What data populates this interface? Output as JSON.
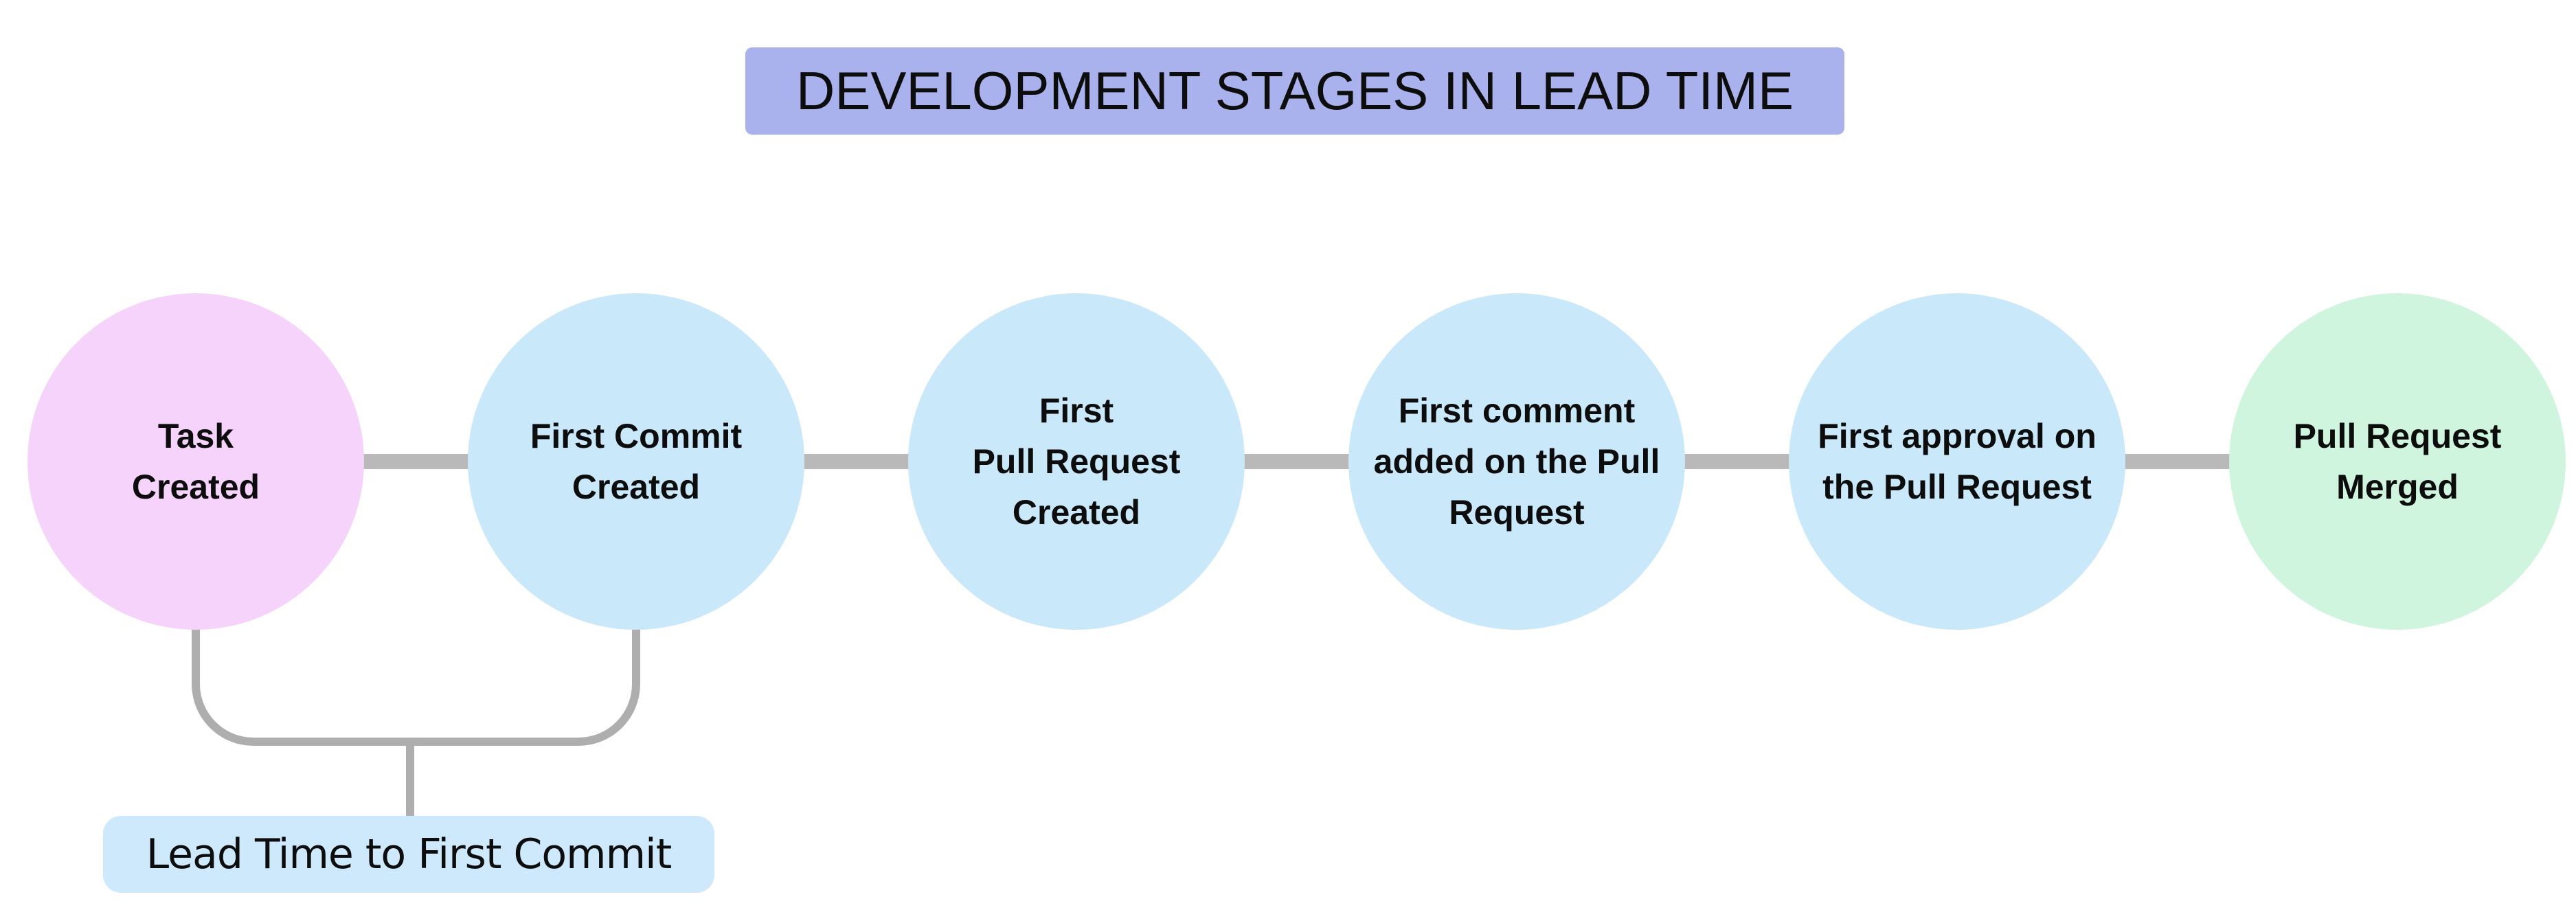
{
  "title": "DEVELOPMENT STAGES IN LEAD TIME",
  "stages": [
    {
      "id": "task-created",
      "lines": [
        "Task",
        "Created"
      ]
    },
    {
      "id": "first-commit-created",
      "lines": [
        "First Commit",
        "Created"
      ]
    },
    {
      "id": "first-pull-request-created",
      "lines": [
        "First",
        "Pull Request",
        "Created"
      ]
    },
    {
      "id": "first-comment-added",
      "lines": [
        "First comment",
        "added on the Pull",
        "Request"
      ]
    },
    {
      "id": "first-approval",
      "lines": [
        "First approval on",
        "the Pull Request"
      ]
    },
    {
      "id": "pull-request-merged",
      "lines": [
        "Pull Request",
        "Merged"
      ]
    }
  ],
  "annotation": {
    "label": "Lead Time to First Commit"
  },
  "colors": {
    "title_bg": "#a9b2ec",
    "stage_start": "#f5d3fa",
    "stage_mid": "#c9e8fa",
    "stage_end": "#cff5de",
    "annotation_bg": "#cde9fb",
    "connector": "#b9b9b9",
    "bracket": "#aeaeae",
    "text": "#0d0d0d"
  }
}
